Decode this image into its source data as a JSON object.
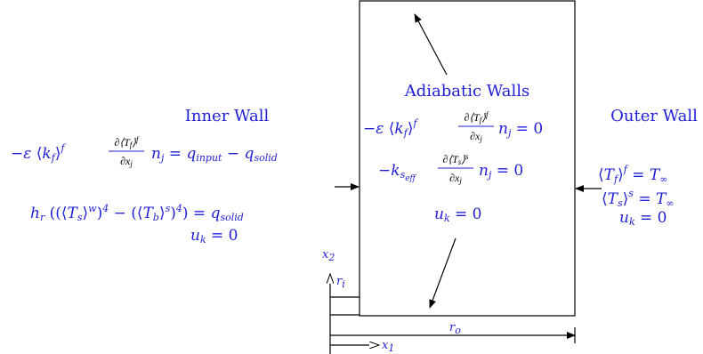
{
  "labels": {
    "adiabatic": "Adiabatic Walls",
    "inner": "Inner Wall",
    "outer": "Outer Wall",
    "x1": "x",
    "x1_sub": "1",
    "x2": "x",
    "x2_sub": "2",
    "ri": "r",
    "ri_sub": "i",
    "ro": "r",
    "ro_sub": "o"
  },
  "equations": {
    "inner_flux_rhs": "n_j = q_input − q_solid",
    "inner_rad": "h_r ((⟨T_s⟩^w)^4 − (⟨T_b⟩^s)^4) = q_solid",
    "inner_u": "u_k = 0",
    "adiabatic_fluid": "−ε ⟨k_f⟩^f ∂⟨T_f⟩^f/∂x_j n_j = 0",
    "adiabatic_solid": "−k_seff ∂⟨T_s⟩^s/∂x_j n_j = 0",
    "adiabatic_u": "u_k = 0",
    "outer_tf": "⟨T_f⟩^f = T_∞",
    "outer_ts": "⟨T_s⟩^s = T_∞",
    "outer_u": "u_k = 0"
  },
  "colors": {
    "text": "#1f1fd6",
    "lines": "#000000"
  }
}
